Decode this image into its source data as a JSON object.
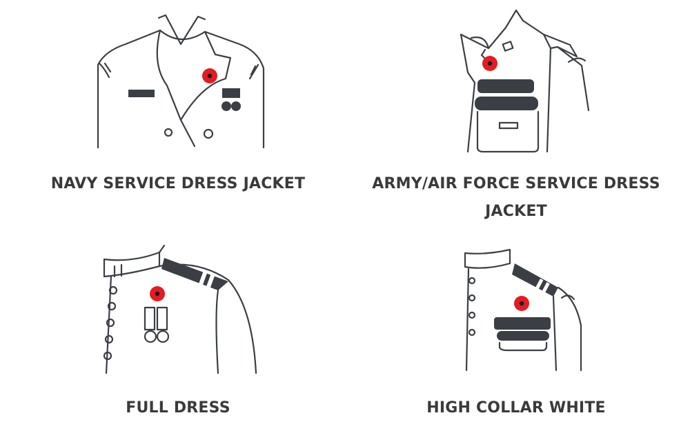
{
  "figures": [
    {
      "caption": "NAVY SERVICE DRESS JACKET",
      "icon": "navy-service-dress-jacket-illustration"
    },
    {
      "caption": "ARMY/AIR FORCE SERVICE DRESS JACKET",
      "icon": "army-air-force-service-dress-jacket-illustration"
    },
    {
      "caption": "FULL DRESS",
      "icon": "full-dress-illustration"
    },
    {
      "caption": "HIGH COLLAR WHITE",
      "icon": "high-collar-white-illustration"
    }
  ],
  "colors": {
    "poppy_red": "#e31b23",
    "line": "#3b3e44",
    "caption_text": "#3a3a3a"
  }
}
